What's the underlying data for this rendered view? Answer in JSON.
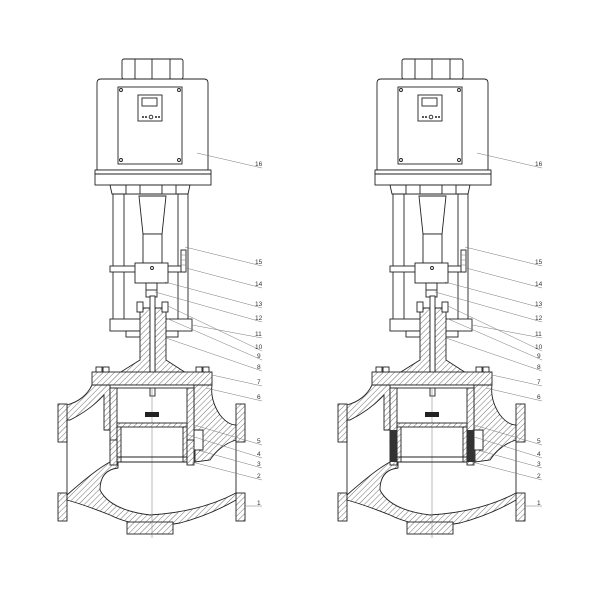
{
  "drawing": {
    "views": [
      {
        "id": "left-valve",
        "variant": "standard-cage"
      },
      {
        "id": "right-valve",
        "variant": "balanced-cage"
      }
    ],
    "part_labels": [
      "16",
      "15",
      "14",
      "13",
      "12",
      "11",
      "10",
      "9",
      "8",
      "7",
      "6",
      "5",
      "4",
      "3",
      "2",
      "1"
    ]
  }
}
